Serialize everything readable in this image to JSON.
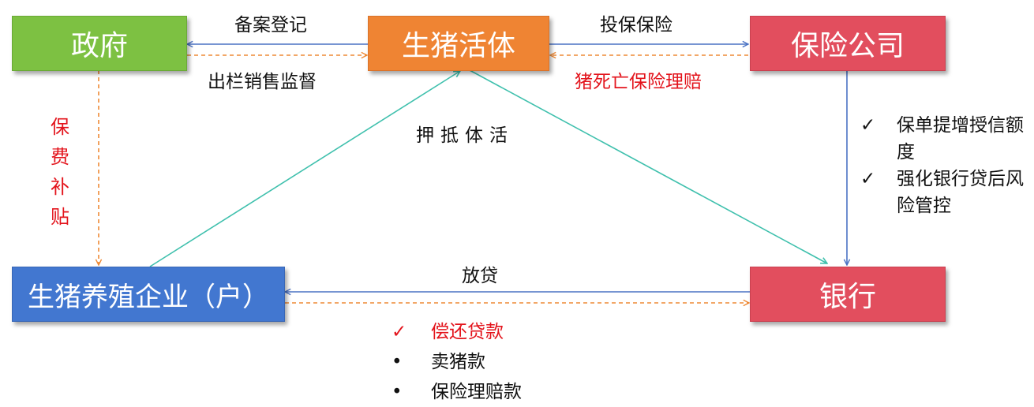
{
  "nodes": {
    "government": "政府",
    "live_pig": "生猪活体",
    "insurer": "保险公司",
    "farm": "生猪养殖企业（户）",
    "bank": "银行"
  },
  "edges": {
    "record_registration": "备案登记",
    "sales_supervision": "出栏销售监督",
    "insure": "投保保险",
    "death_claim": "猪死亡保险理赔",
    "premium_subsidy": "保费补贴",
    "mortgage": "押抵体活",
    "loan": "放贷"
  },
  "bank_notes": {
    "mark": "✓",
    "items": [
      "保单提增授信额度",
      "强化银行贷后风险管控"
    ]
  },
  "repayment": {
    "items": [
      {
        "mark": "✓",
        "text": "偿还贷款"
      },
      {
        "mark": "•",
        "text": "卖猪款"
      },
      {
        "mark": "•",
        "text": "保险理赔款"
      }
    ]
  },
  "colors": {
    "government": "#7dc142",
    "live_pig": "#ef8433",
    "insurer": "#e24e5e",
    "farm": "#4277d0",
    "bank": "#e24e5e",
    "blue_arrow": "#4a72c4",
    "orange_dashed_arrow": "#ee8a36",
    "teal_arrow": "#3fc0ad",
    "highlight_text": "#e3141c"
  }
}
